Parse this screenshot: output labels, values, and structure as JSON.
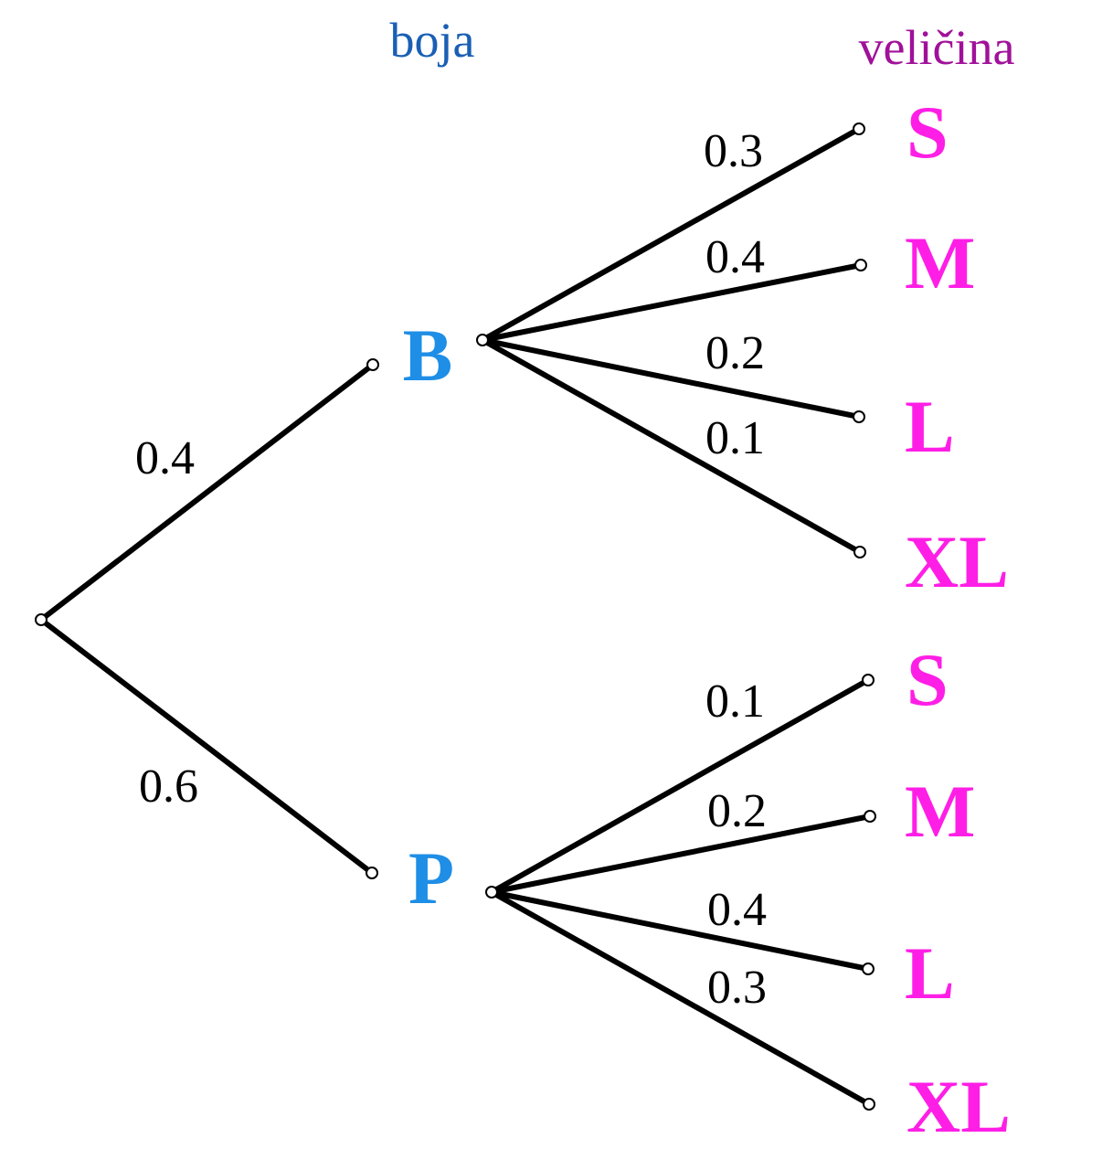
{
  "headers": {
    "level1": "boja",
    "level2": "veličina"
  },
  "colors": {
    "level1_header": "#1a5fb4",
    "level2_header": "#a0119a",
    "level1_node": "#1e8ee6",
    "leaf": "#ff1ee6",
    "edge": "#000000"
  },
  "tree": {
    "root_children": [
      {
        "label": "B",
        "prob": "0.4",
        "children": [
          {
            "label": "S",
            "prob": "0.3"
          },
          {
            "label": "M",
            "prob": "0.4"
          },
          {
            "label": "L",
            "prob": "0.2"
          },
          {
            "label": "XL",
            "prob": "0.1"
          }
        ]
      },
      {
        "label": "P",
        "prob": "0.6",
        "children": [
          {
            "label": "S",
            "prob": "0.1"
          },
          {
            "label": "M",
            "prob": "0.2"
          },
          {
            "label": "L",
            "prob": "0.4"
          },
          {
            "label": "XL",
            "prob": "0.3"
          }
        ]
      }
    ]
  }
}
